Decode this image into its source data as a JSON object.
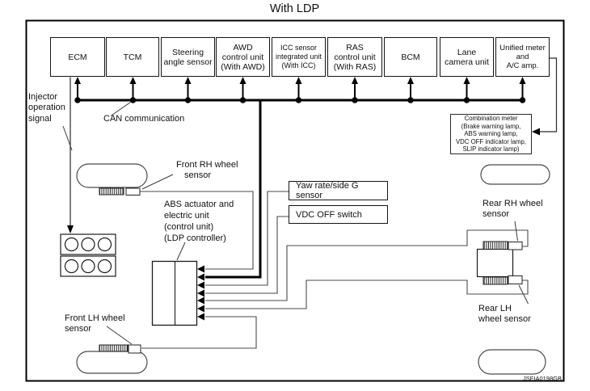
{
  "title": "With LDP",
  "figure_code": "JSFIA0198GB",
  "colors": {
    "line": "#2a2a2a",
    "accent": "#000000",
    "background": "#ffffff"
  },
  "boxes": {
    "ecm": "ECM",
    "tcm": "TCM",
    "steering": "Steering\nangle sensor",
    "awd": "AWD\ncontrol unit\n(With AWD)",
    "icc": "ICC sensor\nintegrated unit\n(With ICC)",
    "ras": "RAS\ncontrol unit\n(With RAS)",
    "bcm": "BCM",
    "lane": "Lane\ncamera unit",
    "unified": "Unified meter\nand\nA/C amp.",
    "combination_meter": "Combination meter\n(Brake warning lamp,\nABS warning lamp,\nVDC OFF indicator lamp,\nSLIP indicator lamp)",
    "yaw_rate": "Yaw rate/side G sensor",
    "vdc_off": "VDC OFF switch"
  },
  "labels": {
    "injector": "Injector\noperation\nsignal",
    "can": "CAN communication",
    "front_rh": "Front RH wheel\nsensor",
    "abs": "ABS actuator and\nelectric unit\n(control unit)\n(LDP controller)",
    "front_lh": "Front LH wheel\nsensor",
    "rear_rh": "Rear RH wheel\nsensor",
    "rear_lh": "Rear LH\nwheel sensor"
  }
}
